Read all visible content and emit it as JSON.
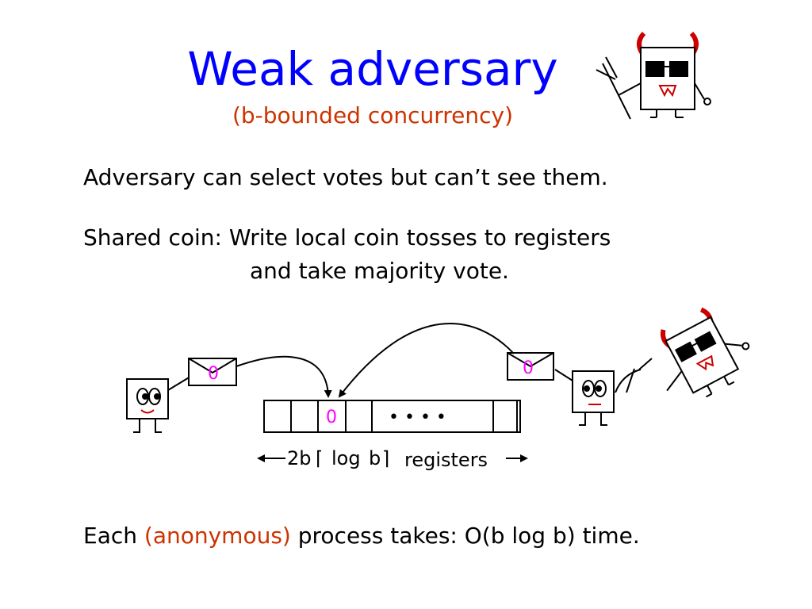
{
  "title": "Weak adversary",
  "subtitle": "(b-bounded concurrency)",
  "line1": "Adversary can select votes but can’t see them.",
  "line2": {
    "first": "Shared coin: Write local coin tosses to registers",
    "second": "and take majority vote."
  },
  "diagram": {
    "coin_left": "0",
    "coin_right": "0",
    "register_value": "0",
    "register_dots": "• • • •",
    "label_count": "2b",
    "label_ceil_open": "⌈",
    "label_log": "log",
    "label_b": "b",
    "label_ceil_close": "⌉",
    "label_registers": "registers"
  },
  "line3": {
    "prefix": "Each ",
    "highlight": "(anonymous)",
    "suffix": " process takes: O(b log b) time."
  },
  "colors": {
    "title": "#0000ff",
    "accent": "#cc3300",
    "coin": "#ff00ff",
    "devil_horns": "#cc0000"
  }
}
